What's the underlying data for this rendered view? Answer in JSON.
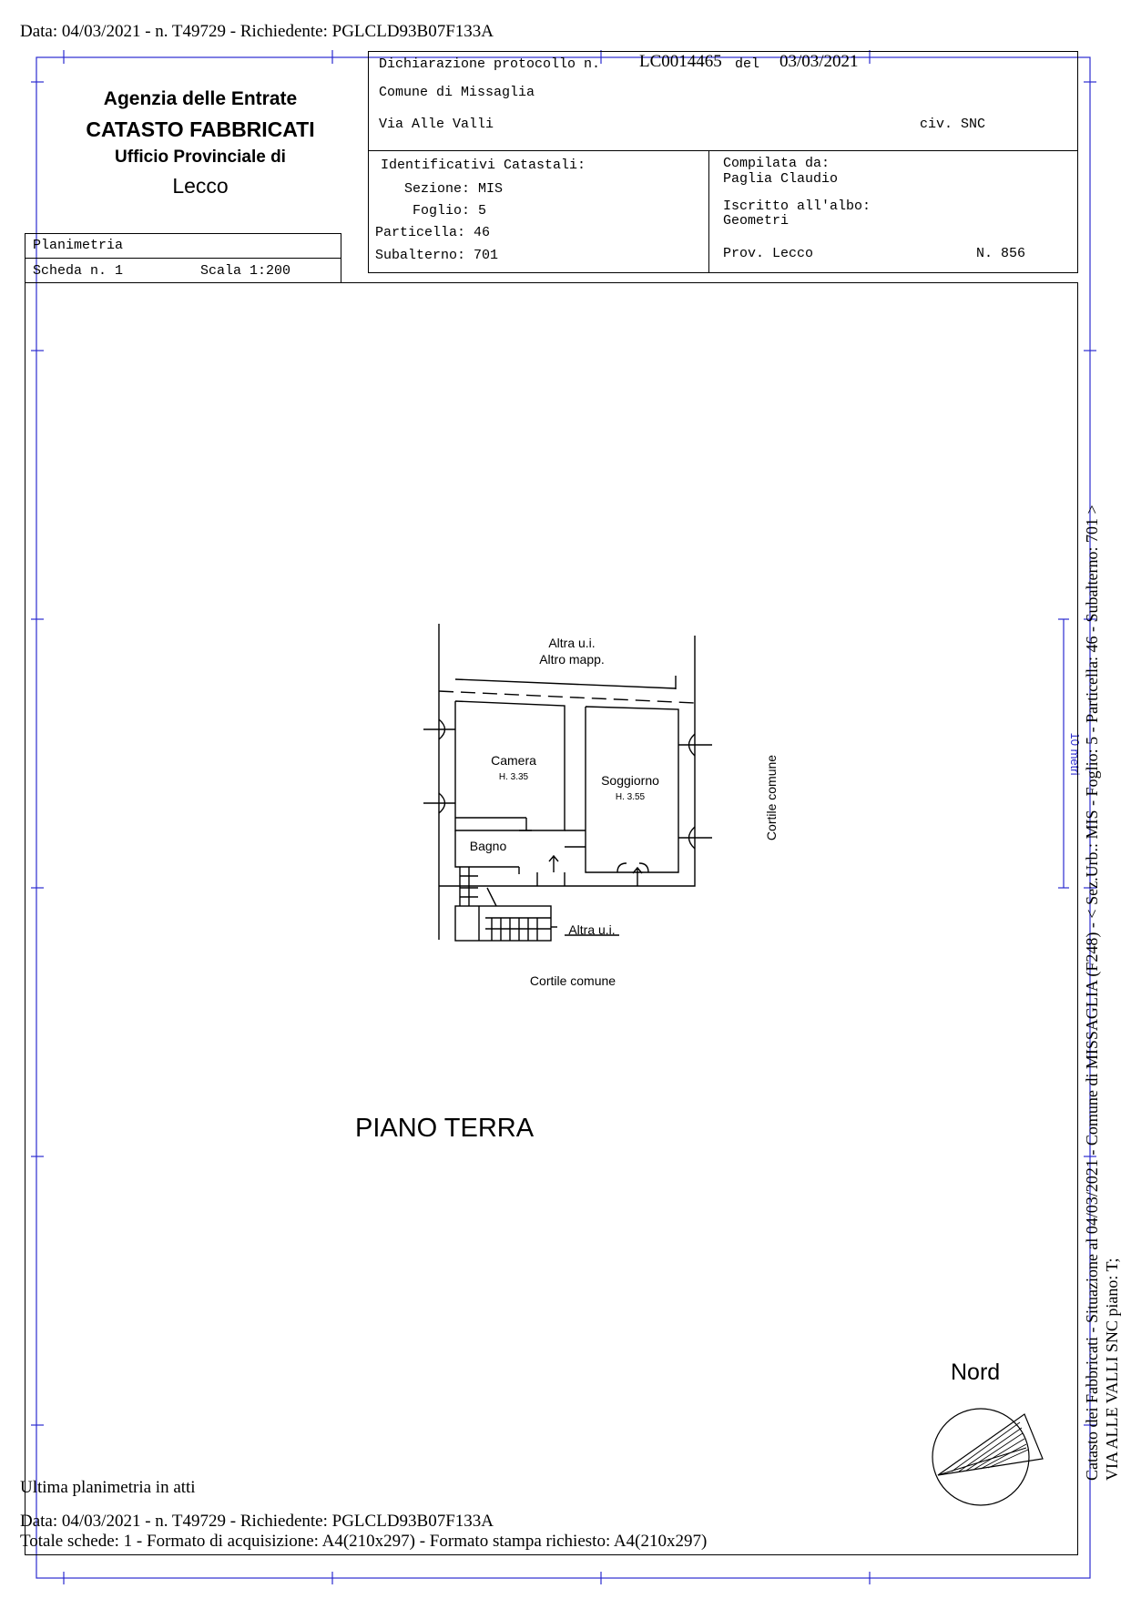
{
  "header": {
    "line": "Data: 04/03/2021 - n. T49729 - Richiedente: PGLCLD93B07F133A"
  },
  "agency": {
    "name": "Agenzia delle Entrate",
    "catasto": "CATASTO FABBRICATI",
    "ufficio": "Ufficio Provinciale di",
    "provincia": "Lecco"
  },
  "scheda": {
    "title": "Planimetria",
    "number": "Scheda n. 1",
    "scale": "Scala 1:200"
  },
  "declaration": {
    "label": "Dichiarazione protocollo n.",
    "number": "LC0014465",
    "del_label": "del",
    "date": "03/03/2021",
    "comune": "Comune di Missaglia",
    "street": "Via Alle Valli",
    "civic": "civ. SNC"
  },
  "identifiers": {
    "title": "Identificativi Catastali:",
    "sezione": "Sezione: MIS",
    "foglio": "Foglio: 5",
    "particella": "Particella: 46",
    "subalterno": "Subalterno: 701"
  },
  "compiler": {
    "label": "Compilata da:",
    "name": "Paglia Claudio",
    "albo_label": "Iscritto all'albo:",
    "albo": "Geometri",
    "prov": "Prov. Lecco",
    "number": "N. 856"
  },
  "plan": {
    "labels": {
      "altra_ui_top": "Altra u.i.",
      "altro_mapp": "Altro mapp.",
      "camera": "Camera",
      "camera_h": "H. 3.35",
      "soggiorno": "Soggiorno",
      "soggiorno_h": "H. 3.55",
      "bagno": "Bagno",
      "cortile_right": "Cortile comune",
      "altra_ui_bottom": "Altra u.i.",
      "cortile_bottom": "Cortile comune"
    },
    "floor": "PIANO TERRA",
    "north": "Nord",
    "scale_bar": "10 metri"
  },
  "footer": {
    "ultima": "Ultima planimetria in atti",
    "data": "Data: 04/03/2021 - n. T49729 - Richiedente: PGLCLD93B07F133A",
    "totale": "Totale schede: 1 - Formato di acquisizione: A4(210x297)  - Formato stampa richiesto: A4(210x297)"
  },
  "side": {
    "line1": "Catasto dei Fabbricati - Situazione al 04/03/2021 - Comune di MISSAGLIA (F248) - < Sez.Urb.: MIS - Foglio: 5 - Particella: 46 - Subalterno: 701 >",
    "line2": "VIA ALLE VALLI SNC piano: T;"
  },
  "colors": {
    "frame_blue": "#2b2bd0",
    "ink": "#000000"
  }
}
